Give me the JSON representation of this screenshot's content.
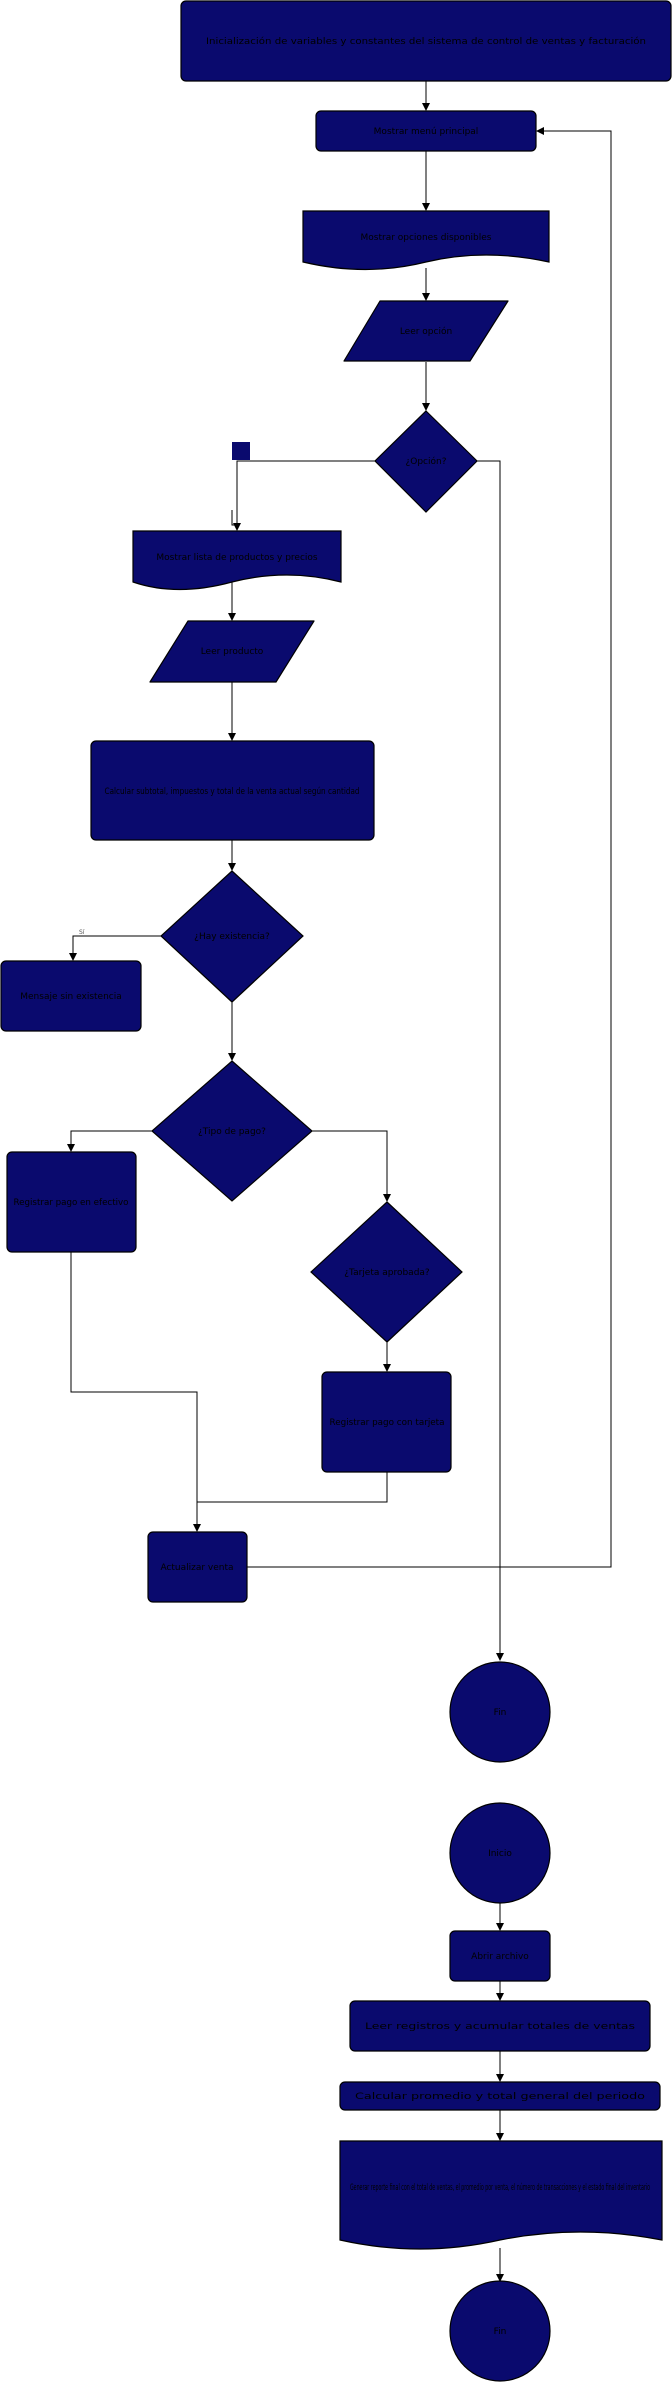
{
  "diagram": {
    "nodes": {
      "start_header": "Inicialización de variables y constantes del sistema de control de ventas y facturación",
      "menu": "Mostrar menú principal",
      "doc_options": "Mostrar opciones disponibles",
      "input_option": "Leer opción",
      "decision_option": "¿Opción?",
      "doc_product": "Mostrar lista de productos y precios",
      "input_product": "Leer producto",
      "calc_process": "Calcular subtotal, impuestos y total de la venta actual según cantidad",
      "decision_stock": "¿Hay existencia?",
      "msg_no_stock": "Mensaje sin existencia",
      "decision_payment": "¿Tipo de pago?",
      "pay_cash": "Registrar pago en efectivo",
      "decision_card": "¿Tarjeta aprobada?",
      "pay_card": "Registrar pago con tarjeta",
      "update_sale": "Actualizar venta",
      "end_main": "Fin",
      "sub_start": "Inicio",
      "sub_step1": "Abrir archivo",
      "sub_step2": "Leer registros y acumular totales de ventas",
      "sub_step3": "Calcular promedio y total general del periodo",
      "sub_doc": "Generar reporte final con el total de ventas, el promedio por venta, el número de transacciones y el estado final del inventario",
      "sub_end": "Fin"
    },
    "edge_labels": {
      "stock_no": "Sí"
    }
  }
}
